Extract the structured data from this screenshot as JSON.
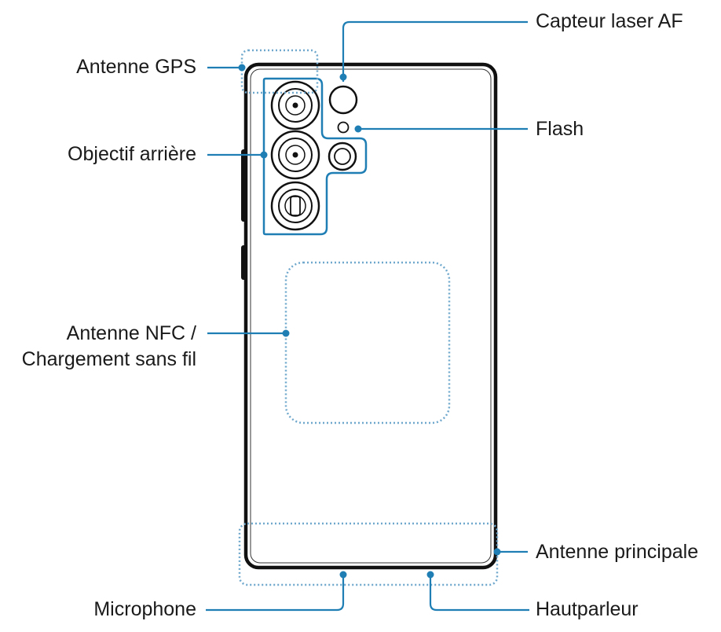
{
  "labels": {
    "gps_antenna": "Antenne GPS",
    "rear_lens": "Objectif arrière",
    "nfc_line1": "Antenne NFC /",
    "nfc_line2": "Chargement sans fil",
    "microphone": "Microphone",
    "laser_af": "Capteur laser AF",
    "flash": "Flash",
    "main_antenna": "Antenne principale",
    "speaker": "Hautparleur"
  },
  "colors": {
    "callout": "#1f7fb5",
    "dotted_zone": "#6fa8cc",
    "outline": "#111111",
    "camera_island": "#1f7fb5"
  }
}
